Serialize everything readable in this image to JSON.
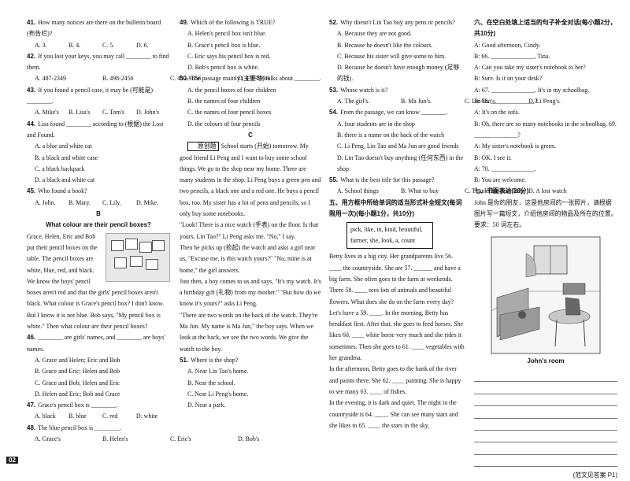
{
  "c1": [
    {
      "n": "41",
      "t": "How many notices are there on the bulletin board (布告栏)?"
    },
    {
      "o": [
        "A. 3.",
        "B. 4.",
        "C. 5.",
        "D. 6."
      ]
    },
    {
      "n": "42",
      "t": "If you lost your keys, you may call ________ to find them."
    },
    {
      "o2": [
        "A. 487-2349",
        "B. 498-2456",
        "C. 412-9856",
        "D. 476-5939"
      ]
    },
    {
      "n": "43",
      "t": "If you found a pencil case, it may be (可能是) ________."
    },
    {
      "o": [
        "A. Mike's",
        "B. Lisa's",
        "C. Tom's",
        "D. John's"
      ]
    },
    {
      "n": "44",
      "t": "Lisa found ________ according to (根据) the Lost and Found."
    },
    {
      "l": [
        "A. a blue and white cat",
        "B. a black and white case",
        "C. a black backpack",
        "D. a black and white cat"
      ]
    },
    {
      "n": "45",
      "t": "Who found a book?"
    },
    {
      "o": [
        "A. John.",
        "B. Mary.",
        "C. Lily.",
        "D. Mike."
      ]
    },
    {
      "h": "B"
    },
    {
      "h": "What colour are their pencil boxes?"
    },
    {
      "pic": "Grace, Helen, Eric and Bob put their pencil boxes on the table. The pencil boxes are white, blue, red, and black. We know the boys' pencil boxes aren't red and that the girls' pencil boxes aren't black. What colour is Grace's pencil box? I don't know. But I know it is not blue. Bob says, \"My pencil box is white.\" Then what colour are their pencil boxes?"
    },
    {
      "n": "46",
      "t": "________ are girls' names, and ________ are boys' names."
    },
    {
      "l": [
        "A. Grace and Helen; Eric and Bob",
        "B. Grace and Eric; Helen and Bob",
        "C. Grace and Bob; Helen and Eric",
        "D. Helen and Eric; Bob and Grace"
      ]
    },
    {
      "n": "47",
      "t": "Grace's pencil box is ________."
    },
    {
      "o": [
        "A. black",
        "B. blue",
        "C. red",
        "D. white"
      ]
    },
    {
      "n": "48",
      "t": "The blue pencil box is ________."
    },
    {
      "o2": [
        "A. Grace's",
        "B. Helen's",
        "C. Eric's",
        "D. Bob's"
      ]
    }
  ],
  "c2": [
    {
      "n": "49",
      "t": "Which of the following is TRUE?"
    },
    {
      "l": [
        "A. Helen's pencil box isn't blue.",
        "B. Grace's pencil box is blue.",
        "C. Eric says his pencil box is red.",
        "D. Bob's pencil box is white."
      ]
    },
    {
      "n": "50",
      "t": "The passage mainly (主要地) talks about ________."
    },
    {
      "l": [
        "A. the pencil boxes of four children",
        "B. the names of four children",
        "C. the names of four pencil boxes",
        "D. the colours of four pencils"
      ]
    },
    {
      "h": "C"
    },
    {
      "tagp": "原创题",
      "t": "School starts (开始) tomorrow. My good friend Li Peng and I want to buy some school things. We go to the shop near my home. There are many students in the shop. Li Peng buys a green pen and two pencils, a black one and a red one. He buys a pencil box, too. My sister has a lot of pens and pencils, so I only buy some notebooks."
    },
    {
      "p": "\"Look! There is a nice watch (手表) on the floor. Is that yours, Lin Tao?\" Li Peng asks me. \"No,\" I say."
    },
    {
      "p": "Then he picks up (捡起) the watch and asks a girl near us, \"Excuse me, is this watch yours?\" \"No, mine is at home,\" the girl answers."
    },
    {
      "p": "Just then, a boy comes to us and says, \"It's my watch. It's a birthday gift (礼物) from my mother.\" \"But how do we know it's yours?\" asks Li Peng."
    },
    {
      "p": "\"There are two words on the back of the watch. They're Ma Jun. My name is Ma Jun,\" the boy says. When we look at the back, we see the two words. We give the watch to the boy."
    },
    {
      "n": "51",
      "t": "Where is the shop?"
    },
    {
      "l": [
        "A. Near Lin Tao's home.",
        "B. Near the school.",
        "C. Near Li Peng's home.",
        "D. Near a park."
      ]
    }
  ],
  "c3": [
    {
      "n": "52",
      "t": "Why doesn't Lin Tao buy any pens or pencils?"
    },
    {
      "l": [
        "A. Because they are not good.",
        "B. Because he doesn't like the colours.",
        "C. Because his sister will give some to him.",
        "D. Because he doesn't have enough money (足够的钱)."
      ]
    },
    {
      "n": "53",
      "t": "Whose watch is it?"
    },
    {
      "o2": [
        "A. The girl's.",
        "B. Ma Jun's.",
        "C. Lin Tao's.",
        "D. Li Peng's."
      ]
    },
    {
      "n": "54",
      "t": "From the passage, we can know ________."
    },
    {
      "l": [
        "A. four students are in the shop",
        "B. there is a name on the back of the watch",
        "C. Li Peng, Lin Tao and Ma Jun are good friends",
        "D. Lin Tao doesn't buy anything (任何东西) in the shop"
      ]
    },
    {
      "n": "55",
      "t": "What is the best title for this passage?"
    },
    {
      "o2": [
        "A. School things",
        "B. What to buy",
        "C. Thanks for your help",
        "D. A lost watch"
      ]
    },
    {
      "s": "五、用方框中所给单词的适当形式补全短文(每词限用一次)(每小题1分，共10分)"
    },
    {
      "box": "pick, like, in, kind, beautiful, farmer, she, look, a, count"
    },
    {
      "p": "Betty lives in a big city. Her grandparents live 56. ____ the countryside. She are 57. ______ and have a big farm. She often goes to the farm at weekends. There 58. ____ sees lots of animals and beautiful flowers. What does she do on the farm every day? Let's have a 59. ____. In the morning, Betty has breakfast first. After that, she goes to feed horses. She likes 60. ____ white horse very much and she rides it sometimes. Then she goes to 61. ____ vegetables with her grandma."
    },
    {
      "p": "In the afternoon, Betty goes to the bank of the river and paints there. She 62. ____ painting. She is happy to see many 63. ____ of fishes."
    },
    {
      "p": "In the evening, it is dark and quiet. The night in the countryside is 64. ____. She can see many stars and she likes to 65. ____ the stars in the sky."
    }
  ],
  "c4": [
    {
      "s": "六、在空白处填上适当的句子补全对话(每小题2分，共10分)"
    },
    {
      "p": "A: Good afternoon, Cindy."
    },
    {
      "p": "B: 66. ______________, Tina."
    },
    {
      "p": "A: Can you take my sister's notebook to her?"
    },
    {
      "p": "B: Sure. Is it on your desk?"
    },
    {
      "p": "A: 67. ______________. It's in my schoolbag."
    },
    {
      "p": "B: 68. ______________?"
    },
    {
      "p": "A: It's on the sofa."
    },
    {
      "p": "B: Oh, there are so many notebooks in the schoolbag. 69. ______________?"
    },
    {
      "p": "A: My sister's notebook is green."
    },
    {
      "p": "B: OK. I see it."
    },
    {
      "p": "A: 70. ______________."
    },
    {
      "p": "B: You are welcome."
    },
    {
      "s": "七、书面表达(20分)"
    },
    {
      "p": "John 是你的朋友，这是他房间的一张照片，请根据图片写一篇短文，介绍他房间的物品及所在的位置。"
    },
    {
      "p": "要求：50 词左右。"
    }
  ],
  "caption": "John's room",
  "answer_note": "(范文见答案 P1)",
  "footer": {
    "page": "02"
  }
}
